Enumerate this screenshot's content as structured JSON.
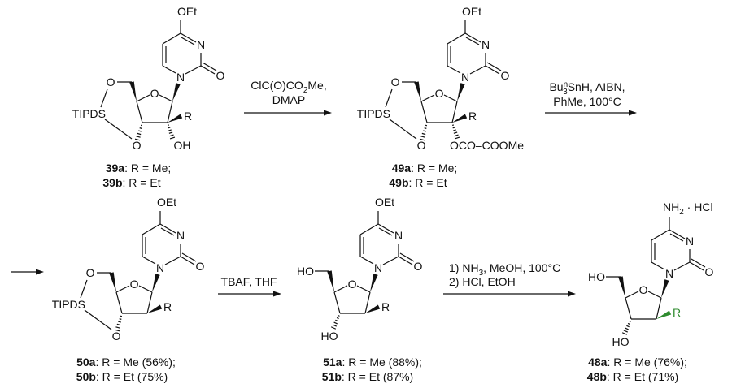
{
  "atoms": {
    "oet": "OEt",
    "n": "N",
    "o": "O",
    "tipds": "TIPDS",
    "r": "R",
    "oh": "OH",
    "ho": "HO",
    "oco": "OCO–COOMe",
    "nh2_main": "NH",
    "nh2_sub": "2",
    "nh2_rest": " · HCl"
  },
  "colors": {
    "highlight": "#2e8b2e",
    "ink": "#111111"
  },
  "reagents": {
    "step1": {
      "line1_main": "ClC(O)CO",
      "line1_sub": "2",
      "line1_rest": "Me,",
      "line2": "DMAP"
    },
    "step2": {
      "line1_a": "Bu",
      "line1_sup": "n",
      "line1_sub": "3",
      "line1_rest": "SnH, AIBN,",
      "line2": "PhMe, 100°C"
    },
    "step3": {
      "line1": "TBAF, THF"
    },
    "step4": {
      "line1_main": "1) NH",
      "line1_sub": "3",
      "line1_rest": ", MeOH, 100°C",
      "line2": "2) HCl, EtOH"
    }
  },
  "compounds": {
    "c39": [
      {
        "num": "39a",
        "text": ": R = Me;"
      },
      {
        "num": "39b",
        "text": ": R = Et"
      }
    ],
    "c49": [
      {
        "num": "49a",
        "text": ": R = Me;"
      },
      {
        "num": "49b",
        "text": ": R = Et"
      }
    ],
    "c50": [
      {
        "num": "50a",
        "text": ": R = Me (56%);"
      },
      {
        "num": "50b",
        "text": ": R = Et (75%)"
      }
    ],
    "c51": [
      {
        "num": "51a",
        "text": ": R = Me (88%);"
      },
      {
        "num": "51b",
        "text": ": R = Et (87%)"
      }
    ],
    "c48": [
      {
        "num": "48a",
        "text": ": R = Me (76%);"
      },
      {
        "num": "48b",
        "text": ": R = Et (71%)"
      }
    ]
  }
}
